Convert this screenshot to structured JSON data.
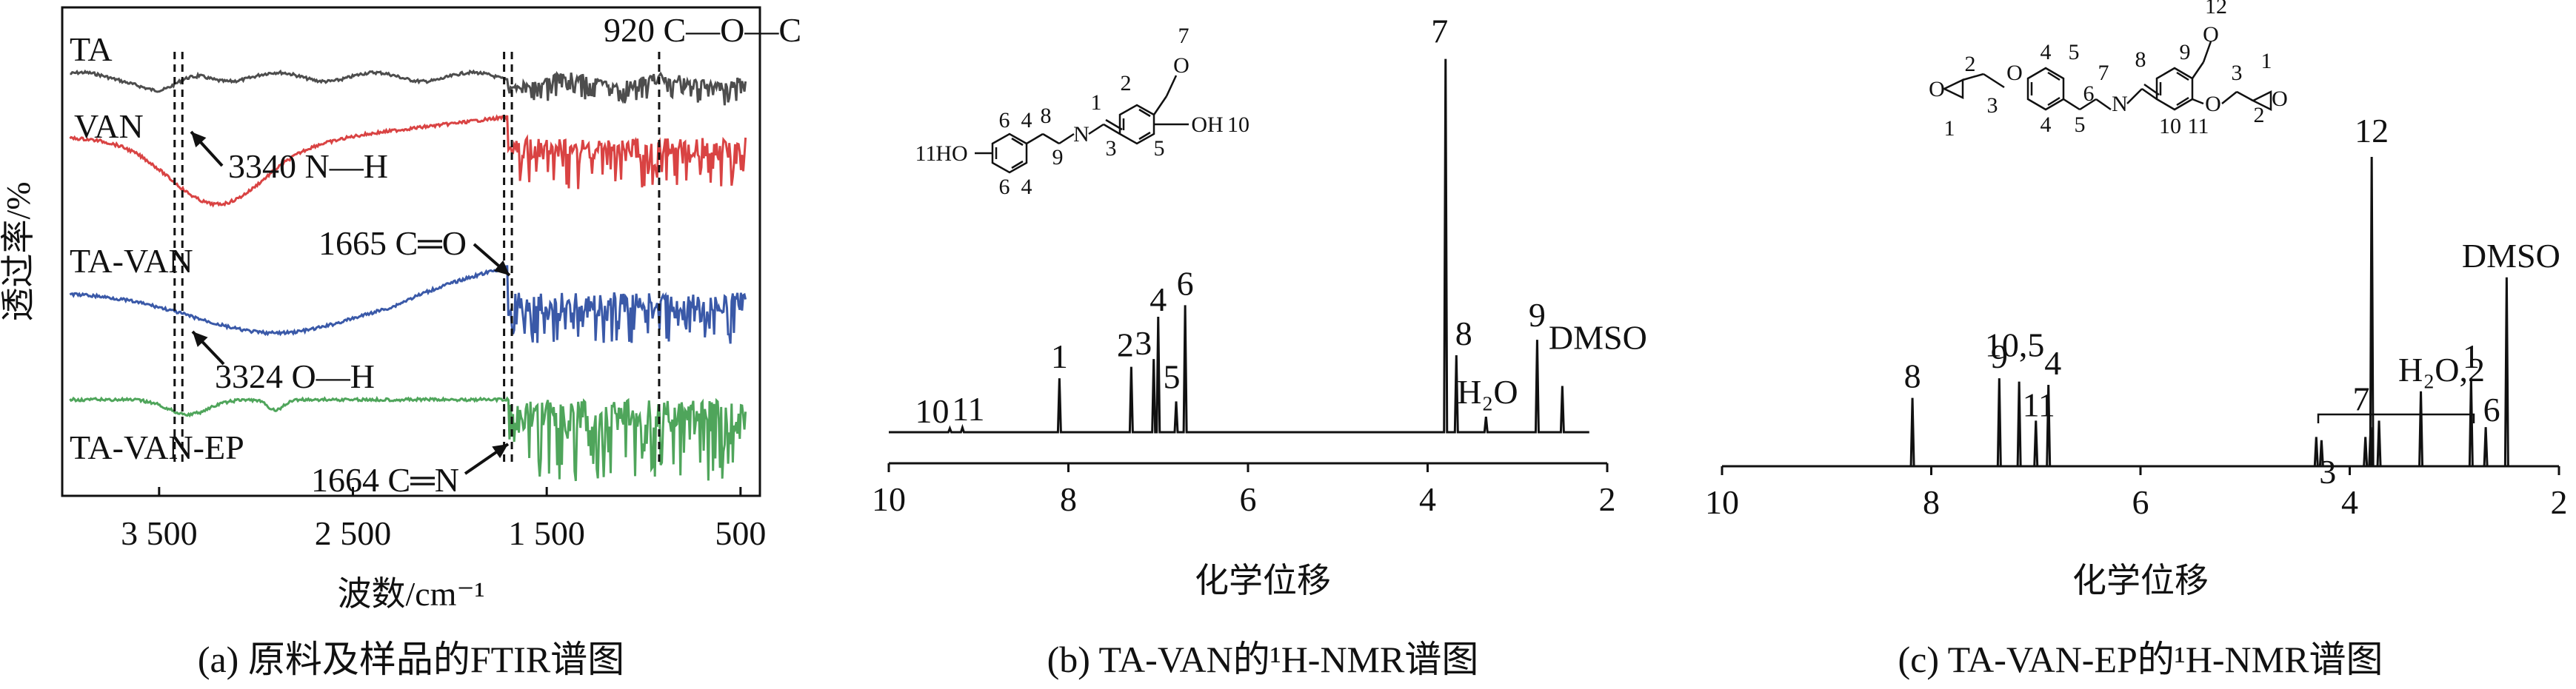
{
  "charts": [
    {
      "id": "a",
      "type": "line",
      "caption": "(a) 原料及样品的FTIR谱图",
      "xlabel": "波数/cm⁻¹",
      "ylabel": "透过率/%",
      "xlim": [
        4000,
        400
      ],
      "xticks": [
        "3 500",
        "2 500",
        "1 500",
        "500"
      ],
      "xtick_values": [
        3500,
        2500,
        1500,
        500
      ],
      "series": [
        {
          "name": "TA",
          "color": "#4d4d4d"
        },
        {
          "name": "VAN",
          "color": "#d94343"
        },
        {
          "name": "TA-VAN",
          "color": "#3a59a8"
        },
        {
          "name": "TA-VAN-EP",
          "color": "#4fa55b"
        }
      ],
      "annotations": [
        {
          "text": "920 C—O—C",
          "x": 920
        },
        {
          "text": "3340 N—H",
          "x": 3340
        },
        {
          "text": "1665 C═O",
          "x": 1665
        },
        {
          "text": "3324 O—H",
          "x": 3324
        },
        {
          "text": "1664 C═N",
          "x": 1664
        }
      ]
    },
    {
      "id": "b",
      "type": "line",
      "caption": "(b) TA-VAN的¹H-NMR谱图",
      "xlabel": "化学位移",
      "xlim": [
        10,
        2
      ],
      "xticks": [
        "10",
        "8",
        "6",
        "4",
        "2"
      ],
      "xtick_values": [
        10,
        8,
        6,
        4,
        2
      ],
      "peaks": [
        {
          "label": "10",
          "x": 9.32,
          "h": 0.01
        },
        {
          "label": "11",
          "x": 9.18,
          "h": 0.012
        },
        {
          "label": "1",
          "x": 8.1,
          "h": 0.14
        },
        {
          "label": "2",
          "x": 7.3,
          "h": 0.17
        },
        {
          "label": "3",
          "x": 7.05,
          "h": 0.19
        },
        {
          "label": "4",
          "x": 7.0,
          "h": 0.3
        },
        {
          "label": "5",
          "x": 6.8,
          "h": 0.08
        },
        {
          "label": "6",
          "x": 6.7,
          "h": 0.33
        },
        {
          "label": "7",
          "x": 3.8,
          "h": 0.97
        },
        {
          "label": "8",
          "x": 3.68,
          "h": 0.2
        },
        {
          "label": "H₂O",
          "x": 3.35,
          "h": 0.04
        },
        {
          "label": "9",
          "x": 2.78,
          "h": 0.24
        },
        {
          "label": "DMSO",
          "x": 2.5,
          "h": 0.12
        }
      ],
      "structure_labels": [
        "1",
        "2",
        "3",
        "4",
        "4",
        "5",
        "6",
        "6",
        "7",
        "8",
        "9",
        "10",
        "11",
        "HO",
        "OH",
        "O",
        "N"
      ]
    },
    {
      "id": "c",
      "type": "line",
      "caption": "(c) TA-VAN-EP的¹H-NMR谱图",
      "xlabel": "化学位移",
      "xlim": [
        10,
        2
      ],
      "xticks": [
        "10",
        "8",
        "6",
        "4",
        "2"
      ],
      "xtick_values": [
        10,
        8,
        6,
        4,
        2
      ],
      "peaks": [
        {
          "label": "8",
          "x": 8.18,
          "h": 0.21
        },
        {
          "label": "9",
          "x": 7.35,
          "h": 0.27
        },
        {
          "label": "10,5",
          "x": 7.16,
          "h": 0.26
        },
        {
          "label": "11",
          "x": 7.0,
          "h": 0.14
        },
        {
          "label": "4",
          "x": 6.88,
          "h": 0.25
        },
        {
          "label": "3",
          "x": 4.32,
          "h": 0.09
        },
        {
          "label": "3",
          "x": 4.27,
          "h": 0.08
        },
        {
          "label": "3",
          "x": 3.85,
          "h": 0.09
        },
        {
          "label": "3",
          "x": 3.8,
          "h": 0.12
        },
        {
          "label": "12",
          "x": 3.79,
          "h": 0.95
        },
        {
          "label": "7",
          "x": 3.72,
          "h": 0.14
        },
        {
          "label": "H₂O,2",
          "x": 3.32,
          "h": 0.23
        },
        {
          "label": "1",
          "x": 2.84,
          "h": 0.27
        },
        {
          "label": "6",
          "x": 2.7,
          "h": 0.12
        },
        {
          "label": "DMSO",
          "x": 2.5,
          "h": 0.58
        }
      ],
      "structure_labels": [
        "1",
        "1",
        "2",
        "2",
        "3",
        "3",
        "4",
        "4",
        "5",
        "5",
        "6",
        "7",
        "8",
        "9",
        "10",
        "11",
        "12",
        "O",
        "O",
        "O",
        "O",
        "O",
        "N"
      ]
    }
  ]
}
